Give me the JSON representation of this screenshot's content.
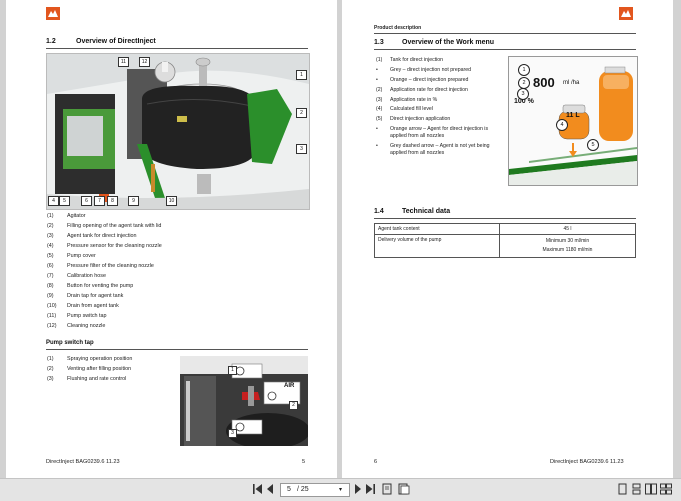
{
  "left_page": {
    "section_num": "1.2",
    "section_title": "Overview of DirectInject",
    "photo_callouts": [
      "1",
      "2",
      "3",
      "4",
      "5",
      "6",
      "7",
      "8",
      "9",
      "10",
      "11",
      "12"
    ],
    "items": [
      {
        "num": "(1)",
        "text": "Agitator"
      },
      {
        "num": "(2)",
        "text": "Filling opening of the agent tank with lid"
      },
      {
        "num": "(3)",
        "text": "Agent tank for direct injection"
      },
      {
        "num": "(4)",
        "text": "Pressure sensor for the cleaning nozzle"
      },
      {
        "num": "(5)",
        "text": "Pump cover"
      },
      {
        "num": "(6)",
        "text": "Pressure filter of the cleaning nozzle"
      },
      {
        "num": "(7)",
        "text": "Calibration hose"
      },
      {
        "num": "(8)",
        "text": "Button for venting the pump"
      },
      {
        "num": "(9)",
        "text": "Drain tap for agent tank"
      },
      {
        "num": "(10)",
        "text": "Drain from agent tank"
      },
      {
        "num": "(11)",
        "text": "Pump switch tap"
      },
      {
        "num": "(12)",
        "text": "Cleaning nozzle"
      }
    ],
    "subsection_title": "Pump switch tap",
    "pump_items": [
      {
        "num": "(1)",
        "text": "Spraying operation position"
      },
      {
        "num": "(2)",
        "text": "Venting after filling position"
      },
      {
        "num": "(3)",
        "text": "Flushing and rate control"
      }
    ],
    "pump_photo": {
      "air_label": "AIR",
      "callouts": [
        "1",
        "2",
        "3"
      ]
    },
    "footer_left": "DirectInject   BAG0239.6  11.23",
    "footer_right": "5"
  },
  "right_page": {
    "header_small": "Product description",
    "section_num": "1.3",
    "section_title": "Overview of the Work menu",
    "items": [
      {
        "num": "(1)",
        "text": "Tank for direct injection"
      },
      {
        "num": "•",
        "text": "Grey – direct injection not prepared"
      },
      {
        "num": "•",
        "text": "Orange – direct injection prepared"
      },
      {
        "num": "(2)",
        "text": "Application rate for direct injection"
      },
      {
        "num": "(3)",
        "text": "Application rate in %"
      },
      {
        "num": "(4)",
        "text": "Calculated fill level"
      },
      {
        "num": "(5)",
        "text": "Direct injection application"
      },
      {
        "num": "•",
        "text": "Orange arrow – Agent for direct injection is applied from all nozzles"
      },
      {
        "num": "•",
        "text": "Grey dashed arrow – Agent is not yet being applied from all nozzles"
      }
    ],
    "screen": {
      "rate_value": "800",
      "rate_unit": "ml /ha",
      "percent": "100 %",
      "fill_value": "11 L",
      "callouts": [
        "1",
        "2",
        "3",
        "4",
        "5"
      ]
    },
    "tech_num": "1.4",
    "tech_title": "Technical data",
    "tech_rows": [
      {
        "label": "Agent tank content",
        "value1": "45 l",
        "value2": ""
      },
      {
        "label": "Delivery volume of the pump",
        "value1": "Minimum 30 ml/min",
        "value2": "Maximum 1180 ml/min"
      }
    ],
    "footer_left": "6",
    "footer_right": "DirectInject   BAG0239.6  11.23"
  },
  "toolbar": {
    "page_current": "5",
    "page_total": "/ 25",
    "icons": [
      "first-page-icon",
      "prev-page-icon",
      "next-page-icon",
      "last-page-icon"
    ]
  },
  "colors": {
    "brand": "#e2561e",
    "green": "#2e8b2e",
    "orange": "#f08a1e",
    "screen_green": "#1f7a1f"
  }
}
